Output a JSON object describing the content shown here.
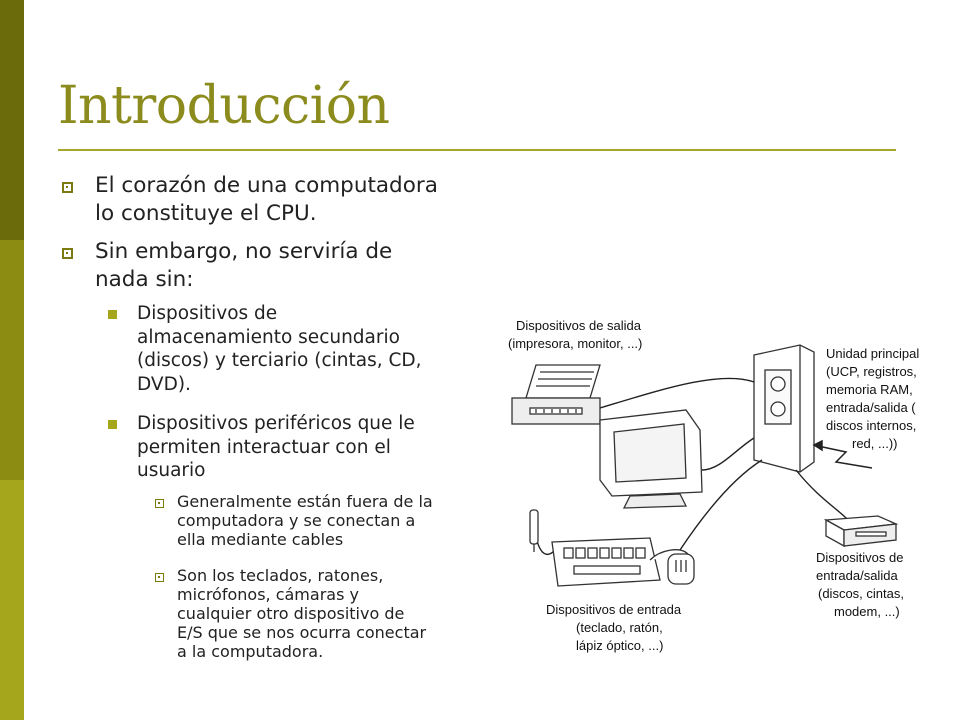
{
  "slide": {
    "title": "Introducción",
    "bullets": {
      "b1": {
        "line1": "El corazón de una computadora",
        "line2": "lo constituye el CPU."
      },
      "b2": {
        "line1": "Sin embargo, no serviría de",
        "line2": "nada sin:"
      },
      "b2_1": {
        "line1": "Dispositivos de",
        "line2": "almacenamiento secundario",
        "line3": "(discos) y terciario (cintas, CD,",
        "line4": "DVD)."
      },
      "b2_2": {
        "line1": "Dispositivos periféricos que le",
        "line2": "permiten interactuar con el",
        "line3": "usuario"
      },
      "b2_2_1": {
        "line1": "Generalmente están fuera de la",
        "line2": "computadora y se conectan a",
        "line3": "ella mediante cables"
      },
      "b2_2_2": {
        "line1": "Son los teclados, ratones,",
        "line2": "micrófonos, cámaras y",
        "line3": "cualquier otro dispositivo de",
        "line4": "E/S que se nos ocurra conectar",
        "line5": "a la computadora."
      }
    }
  },
  "diagram": {
    "output": {
      "line1": "Dispositivos de salida",
      "line2": "(impresora, monitor, ...)"
    },
    "main": {
      "line1": "Unidad principal",
      "line2": "(UCP, registros,",
      "line3": "memoria RAM,",
      "line4": "entrada/salida (",
      "line5": "discos internos,",
      "line6": "red, ...))"
    },
    "io": {
      "line1": "Dispositivos de",
      "line2": "entrada/salida",
      "line3": "(discos, cintas,",
      "line4": "modem, ...)"
    },
    "input": {
      "line1": "Dispositivos de entrada",
      "line2": "(teclado, ratón,",
      "line3": "lápiz óptico, ...)"
    }
  },
  "colors": {
    "title": "#8c8c1e",
    "sidebar_dark": "#6b6b0b",
    "sidebar_mid": "#8c8c12",
    "sidebar_light": "#a6a61c"
  }
}
